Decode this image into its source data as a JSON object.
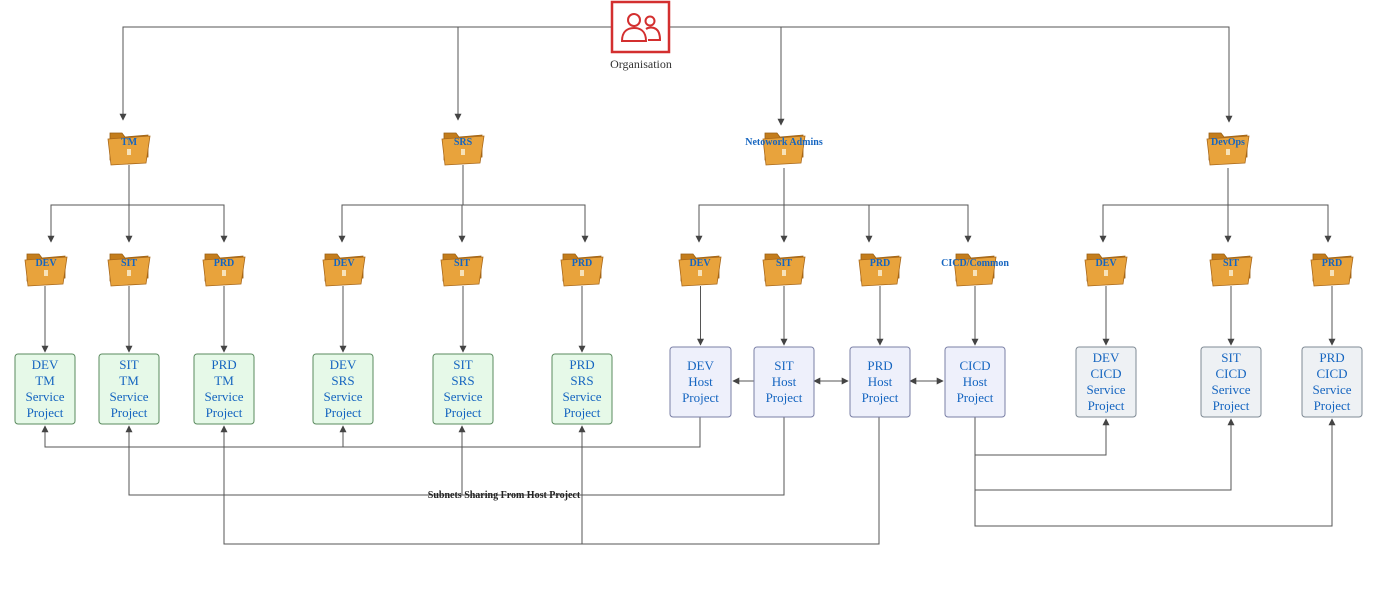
{
  "organisation": {
    "label": "Organisation",
    "icon": "users-icon",
    "color": "#d32f2f"
  },
  "colors": {
    "line": "#555555",
    "folder": "#e8a33c",
    "folder_label": "#1565c0",
    "box_text": "#1565c0",
    "green_fill": "#e6f9e8",
    "green_stroke": "#5a8a5e",
    "blue_fill": "#eef0fb",
    "blue_stroke": "#7a7fa6",
    "gray_fill": "#eef1f4",
    "gray_stroke": "#7f8a94"
  },
  "groups": [
    {
      "label": "TM"
    },
    {
      "label": "SRS"
    },
    {
      "label": "Netowork Admins"
    },
    {
      "label": "DevOps"
    }
  ],
  "env_folders": [
    {
      "label": "DEV"
    },
    {
      "label": "SIT"
    },
    {
      "label": "PRD"
    },
    {
      "label": "DEV"
    },
    {
      "label": "SIT"
    },
    {
      "label": "PRD"
    },
    {
      "label": "DEV"
    },
    {
      "label": "SIT"
    },
    {
      "label": "PRD"
    },
    {
      "label": "CICD/Common"
    },
    {
      "label": "DEV"
    },
    {
      "label": "SIT"
    },
    {
      "label": "PRD"
    }
  ],
  "projects": [
    {
      "lines": [
        "DEV",
        "TM",
        "Service",
        "Project"
      ]
    },
    {
      "lines": [
        "SIT",
        "TM",
        "Service",
        "Project"
      ]
    },
    {
      "lines": [
        "PRD",
        "TM",
        "Service",
        "Project"
      ]
    },
    {
      "lines": [
        "DEV",
        "SRS",
        "Service",
        "Project"
      ]
    },
    {
      "lines": [
        "SIT",
        "SRS",
        "Service",
        "Project"
      ]
    },
    {
      "lines": [
        "PRD",
        "SRS",
        "Service",
        "Project"
      ]
    },
    {
      "lines": [
        "DEV",
        "Host",
        "Project"
      ]
    },
    {
      "lines": [
        "SIT",
        "Host",
        "Project"
      ]
    },
    {
      "lines": [
        "PRD",
        "Host",
        "Project"
      ]
    },
    {
      "lines": [
        "CICD",
        "Host",
        "Project"
      ]
    },
    {
      "lines": [
        "DEV",
        "CICD",
        "Service",
        "Project"
      ]
    },
    {
      "lines": [
        "SIT",
        "CICD",
        "Serivce",
        "Project"
      ]
    },
    {
      "lines": [
        "PRD",
        "CICD",
        "Service",
        "Project"
      ]
    }
  ],
  "note": "Subnets Sharing From Host Project"
}
